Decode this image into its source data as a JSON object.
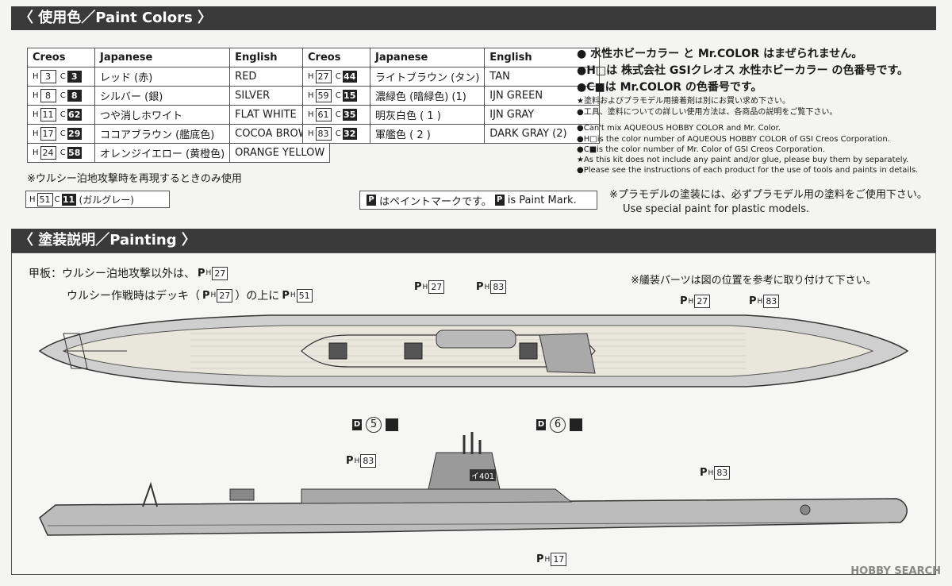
{
  "colors_section": {
    "title": "〈 使用色／Paint Colors 〉"
  },
  "table_left": {
    "headers": [
      "Creos",
      "Japanese",
      "English"
    ],
    "rows": [
      {
        "h": "3",
        "c": "3",
        "jp": "レッド (赤)",
        "en": "RED"
      },
      {
        "h": "8",
        "c": "8",
        "jp": "シルバー (銀)",
        "en": "SILVER"
      },
      {
        "h": "11",
        "c": "62",
        "jp": "つや消しホワイト",
        "en": "FLAT WHITE"
      },
      {
        "h": "17",
        "c": "29",
        "jp": "ココアブラウン (艦底色)",
        "en": "COCOA BROWN"
      },
      {
        "h": "24",
        "c": "58",
        "jp": "オレンジイエロー (黄橙色)",
        "en": "ORANGE YELLOW"
      }
    ]
  },
  "table_right": {
    "headers": [
      "Creos",
      "Japanese",
      "English"
    ],
    "rows": [
      {
        "h": "27",
        "c": "44",
        "jp": "ライトブラウン (タン)",
        "en": "TAN"
      },
      {
        "h": "59",
        "c": "15",
        "jp": "濃緑色 (暗緑色) (1)",
        "en": "IJN GREEN"
      },
      {
        "h": "61",
        "c": "35",
        "jp": "明灰白色 ( 1 )",
        "en": "IJN GRAY"
      },
      {
        "h": "83",
        "c": "32",
        "jp": "軍艦色 ( 2 )",
        "en": "DARK GRAY (2)"
      }
    ]
  },
  "ulithi_note": "※ウルシー泊地攻撃時を再現するときのみ使用",
  "ulithi_code": {
    "h": "51",
    "c": "11",
    "name": "(ガルグレー)"
  },
  "paint_mark_note": "はペイントマークです。",
  "paint_mark_en": "is Paint Mark.",
  "notes_jp": [
    "● 水性ホビーカラー と Mr.COLOR はまぜられません。",
    "●H□は 株式会社 GSIクレオス 水性ホビーカラー の色番号です。",
    "●C■は Mr.COLOR の色番号です。",
    "★塗料およびプラモデル用接着剤は別にお買い求め下さい。",
    "●工具、塗料についての詳しい使用方法は、各商品の説明をご覧下さい。"
  ],
  "notes_en": [
    "●Can't mix AQUEOUS HOBBY COLOR and Mr. Color.",
    "●H□is the color number of AQUEOUS HOBBY COLOR of GSI Creos Corporation.",
    "●C■is the color number of Mr. Color of GSI Creos Corporation.",
    "★As this kit does not include any paint and/or glue, please buy them by separately.",
    "●Please see the instructions of each product for the use of tools and paints in details."
  ],
  "plastic_note_jp": "※プラモデルの塗装には、必ずプラモデル用の塗料をご使用下さい。",
  "plastic_note_en": "Use special paint for plastic models.",
  "painting_section": {
    "title": "〈 塗装説明／Painting 〉"
  },
  "deck_line1": "甲板：ウルシー泊地攻撃以外は、",
  "deck_line2": "ウルシー作戦時はデッキ（",
  "deck_line2b": "）の上に",
  "parts_note": "※艤装パーツは図の位置を参考に取り付けて下さい。",
  "paint_labels": {
    "top_a": "27",
    "top_b": "83",
    "top_c": "27",
    "top_d": "83",
    "side_a": "83",
    "side_b": "83",
    "side_c": "17",
    "deck_a": "27",
    "deck_b": "27",
    "deck_c": "51"
  },
  "decal_5": "5",
  "decal_6": "6",
  "hull_number": "イ401",
  "watermark": "HOBBY SEARCH"
}
